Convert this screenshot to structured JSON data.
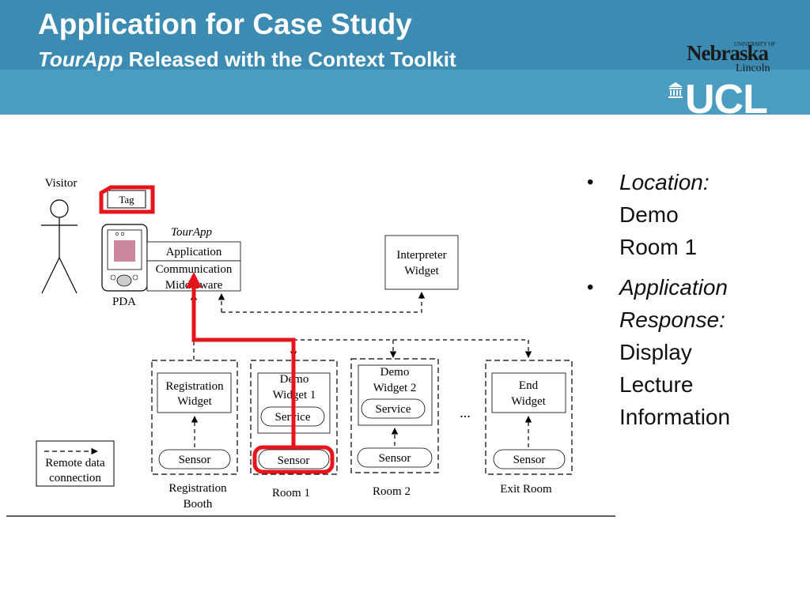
{
  "header": {
    "title": "Application for Case Study",
    "subtitle_italic": "TourApp",
    "subtitle_rest": " Released with the Context Toolkit"
  },
  "logos": {
    "unl_main": "Nebraska",
    "unl_small": "UNIVERSITY OF",
    "unl_city": "Lincoln",
    "ucl": "UCL"
  },
  "bullets": [
    {
      "label": "Location:",
      "value_line1": "Demo",
      "value_line2": "Room 1"
    },
    {
      "label_line1": "Application",
      "label_line2": "Response:",
      "value_line1": "Display",
      "value_line2": "Lecture",
      "value_line3": "Information"
    }
  ],
  "diagram": {
    "visitor": "Visitor",
    "tag": "Tag",
    "pda": "PDA",
    "tourapp": "TourApp",
    "application": "Application",
    "communication": "Communication",
    "middleware": "Middleware",
    "interpreter_line1": "Interpreter",
    "interpreter_line2": "Widget",
    "registration_line1": "Registration",
    "registration_line2": "Widget",
    "demo1_line1": "Demo",
    "demo1_line2": "Widget 1",
    "demo2_line1": "Demo",
    "demo2_line2": "Widget 2",
    "end_line1": "End",
    "end_line2": "Widget",
    "service": "Service",
    "sensor": "Sensor",
    "ellipsis": "...",
    "legend_line1": "Remote data",
    "legend_line2": "connection",
    "room_reg_line1": "Registration",
    "room_reg_line2": "Booth",
    "room1": "Room 1",
    "room2": "Room 2",
    "exit_room": "Exit Room"
  },
  "colors": {
    "header_dark": "#3c8bb3",
    "header_light": "#4a9cc1",
    "highlight_red": "#e8141b"
  }
}
